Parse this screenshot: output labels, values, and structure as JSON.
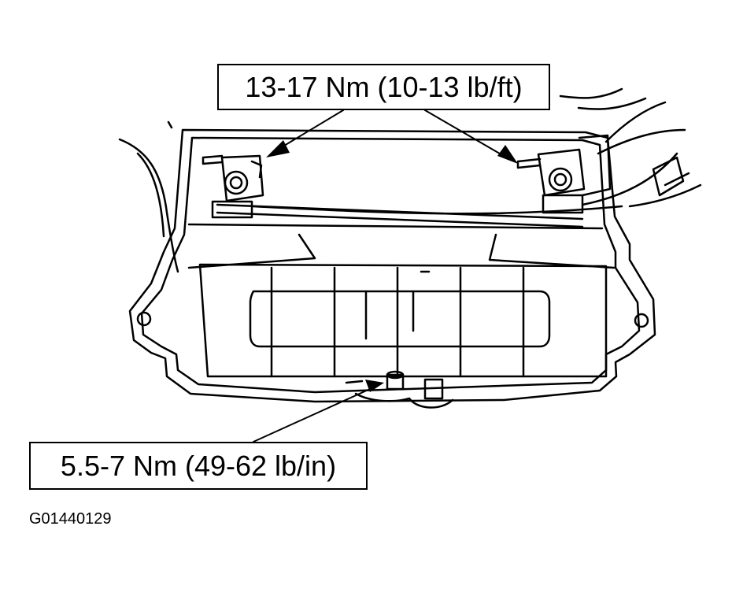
{
  "callouts": {
    "top": "13-17 Nm (10-13 lb/ft)",
    "bottom": "5.5-7 Nm (49-62 lb/in)"
  },
  "figure_id": "G01440129",
  "colors": {
    "line": "#000000",
    "background": "#ffffff"
  }
}
